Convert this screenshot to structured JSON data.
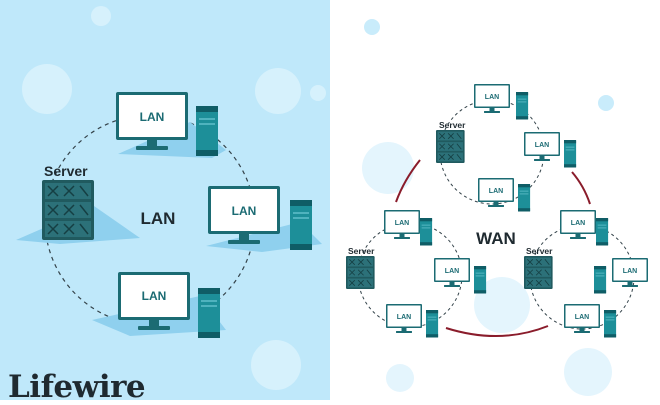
{
  "left_panel": {
    "background": "#bfe8fa",
    "center_label": "LAN",
    "server_label": "Server",
    "computer_label": "LAN"
  },
  "right_panel": {
    "background": "#ffffff",
    "center_label": "WAN",
    "server_label": "Server",
    "computer_label": "LAN",
    "link_color": "#8a1c2b"
  },
  "colors": {
    "teal_dark": "#1b6b73",
    "teal": "#1d8f99",
    "teal_light": "#4fb3be",
    "server_body": "#205a5f",
    "shadow": "#8fd0ee",
    "ink": "#1f2a30"
  },
  "brand": "Lifewire",
  "icons": [
    "monitor-icon",
    "tower-icon",
    "server-rack-icon"
  ]
}
